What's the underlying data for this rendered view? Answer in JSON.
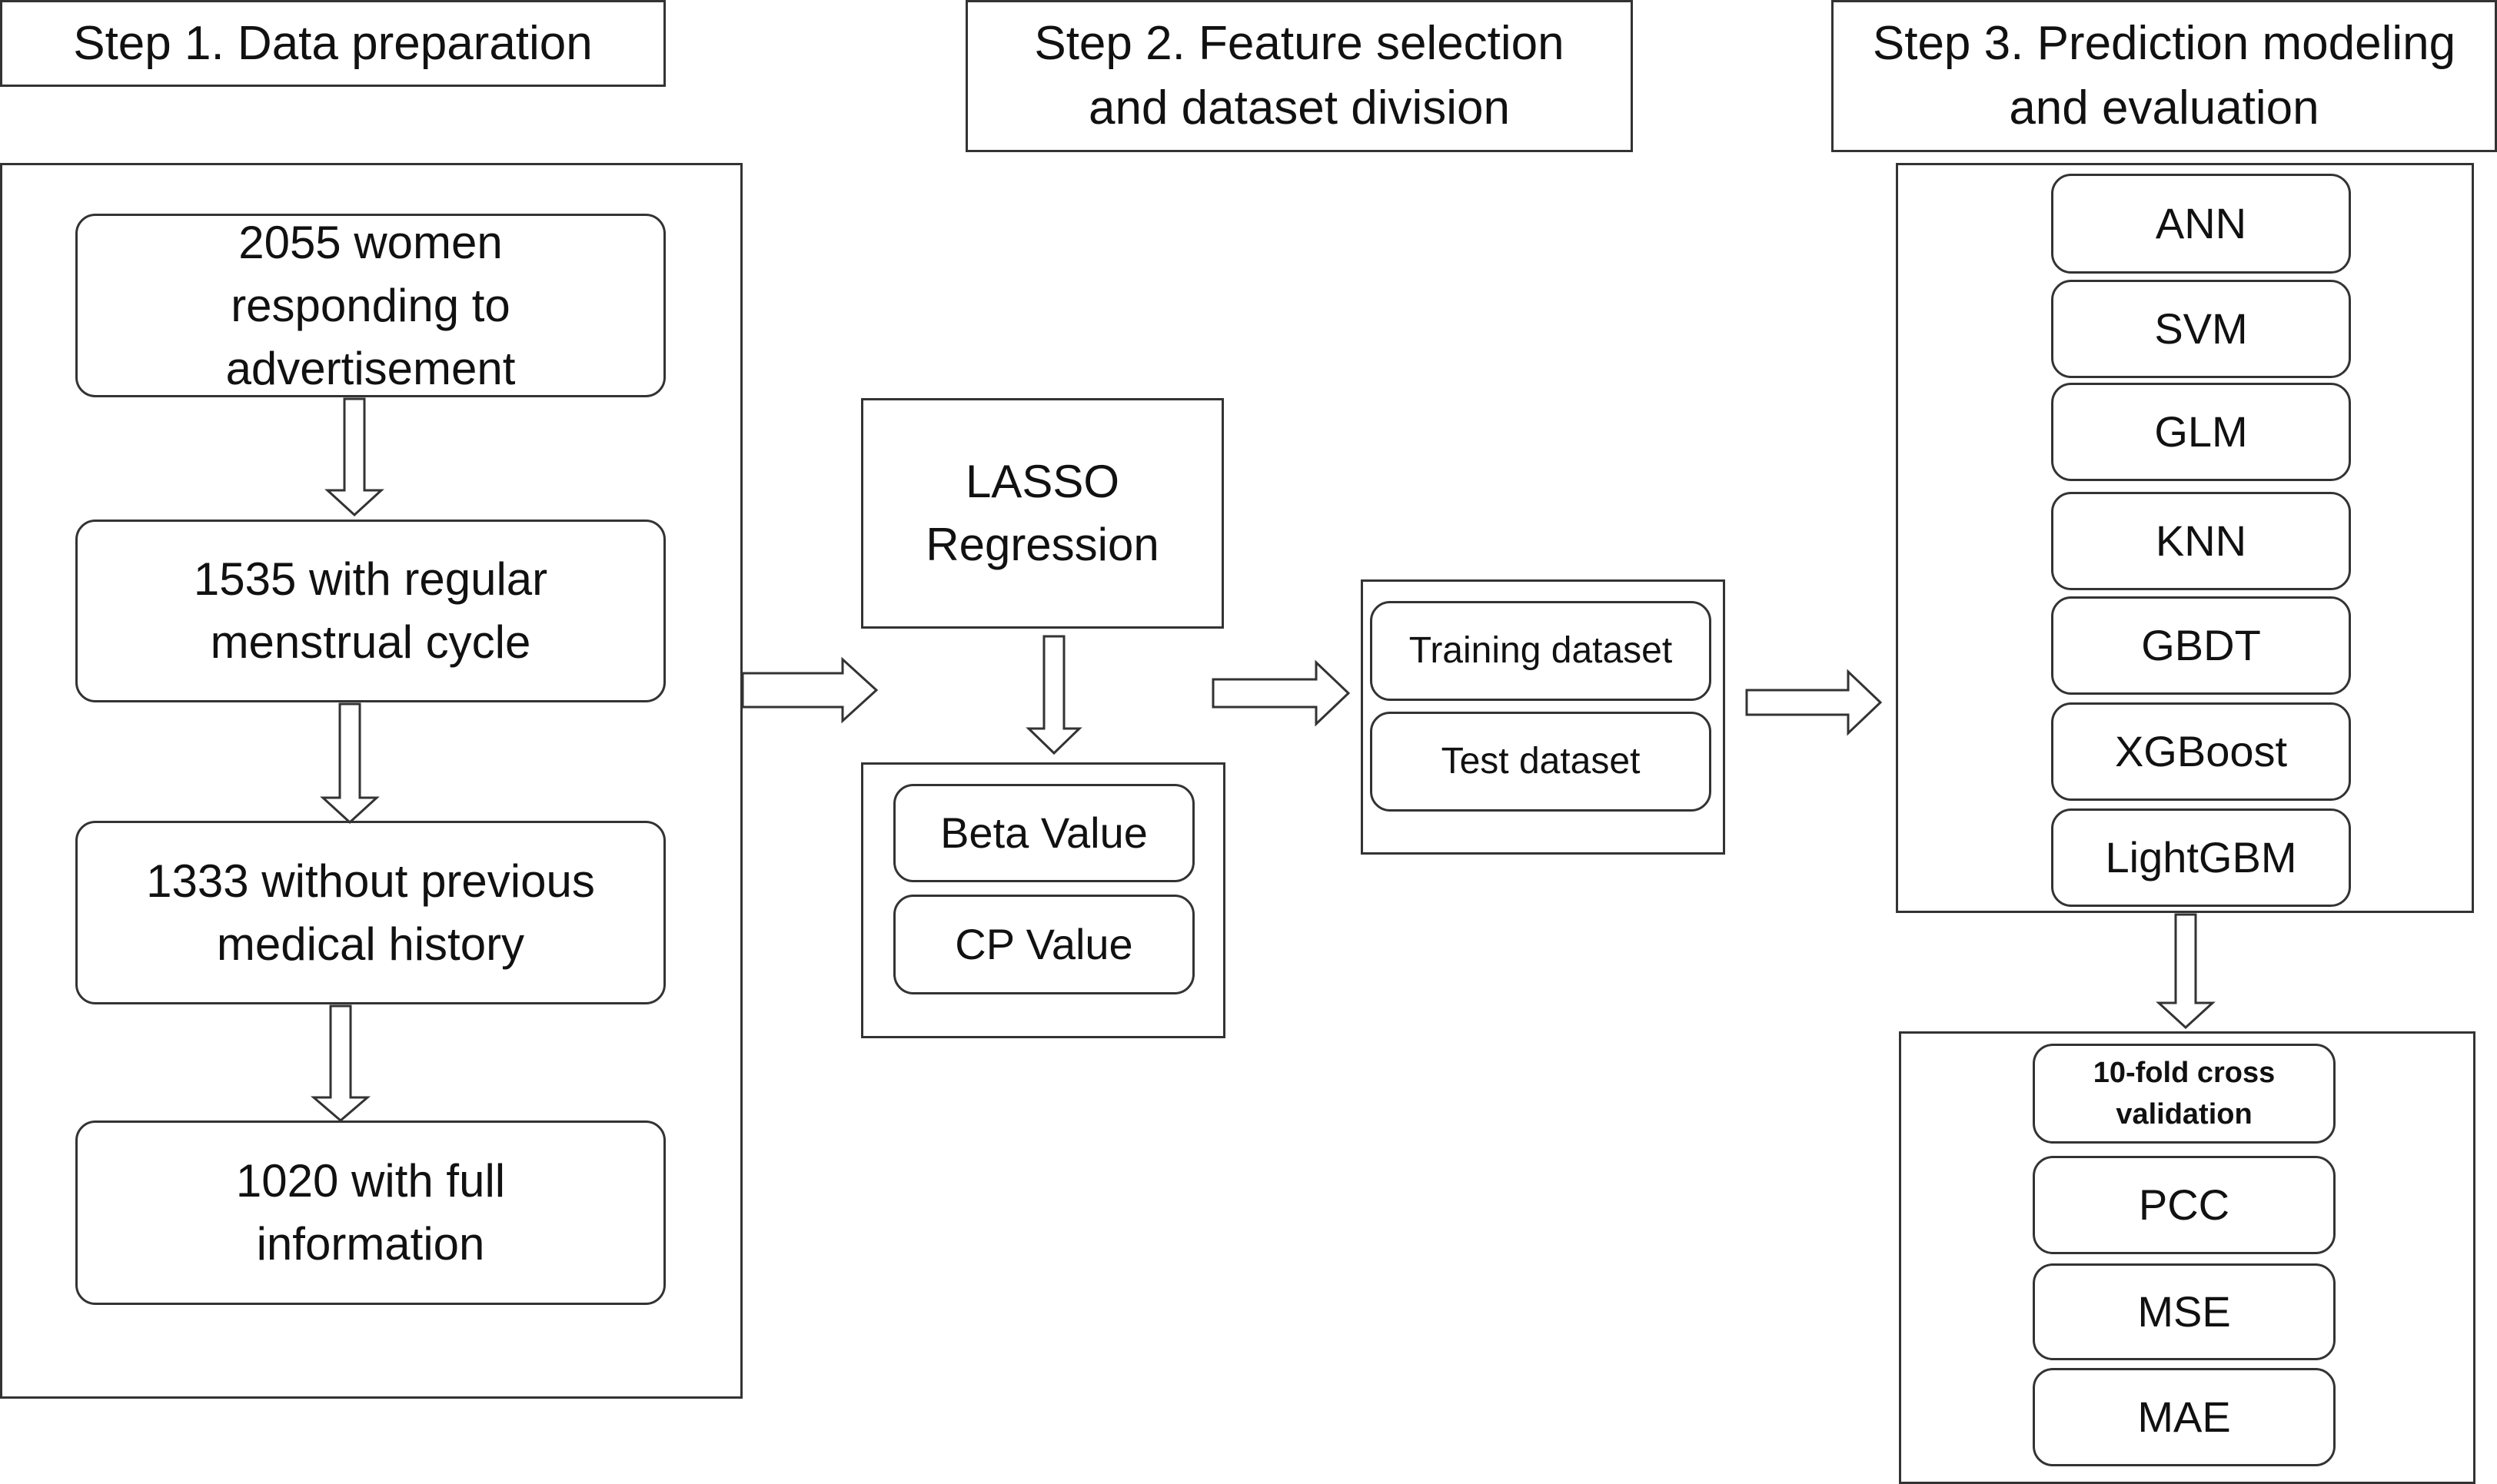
{
  "steps": {
    "step1": "Step 1. Data preparation",
    "step2": "Step 2. Feature selection\nand dataset division",
    "step3": "Step 3. Prediction modeling\nand evaluation"
  },
  "data_preparation": {
    "women_responding": "2055 women\nresponding to\nadvertisement",
    "regular_cycle": "1535 with regular\nmenstrual cycle",
    "no_history": "1333 without previous\nmedical history",
    "full_info": "1020 with full\ninformation"
  },
  "feature_selection": {
    "lasso": "LASSO\nRegression",
    "beta_value": "Beta Value",
    "cp_value": "CP Value"
  },
  "dataset_division": {
    "training": "Training dataset",
    "test": "Test dataset"
  },
  "models": [
    "ANN",
    "SVM",
    "GLM",
    "KNN",
    "GBDT",
    "XGBoost",
    "LightGBM"
  ],
  "evaluation": {
    "cross_validation": "10-fold cross\nvalidation",
    "metrics": [
      "PCC",
      "MSE",
      "MAE"
    ]
  }
}
